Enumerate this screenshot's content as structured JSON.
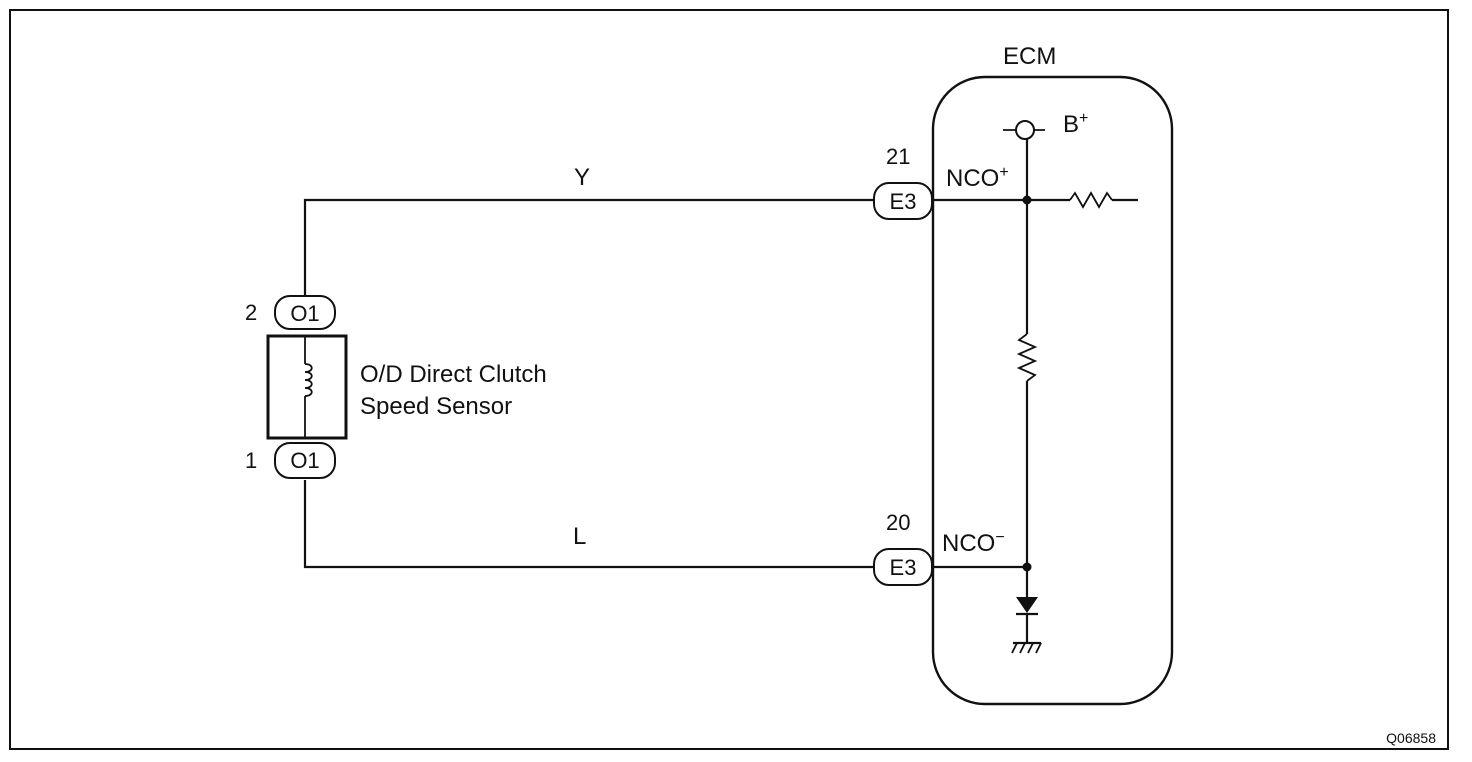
{
  "ecm": {
    "title": "ECM",
    "supply_label": "B",
    "supply_sup": "+"
  },
  "sensor": {
    "label_line1": "O/D Direct Clutch",
    "label_line2": "Speed Sensor",
    "pin_top": {
      "number": "2",
      "connector": "O1"
    },
    "pin_bottom": {
      "number": "1",
      "connector": "O1"
    }
  },
  "wires": {
    "upper": {
      "color_code": "Y",
      "pin_number": "21",
      "connector": "E3",
      "terminal": "NCO",
      "terminal_sup": "+"
    },
    "lower": {
      "color_code": "L",
      "pin_number": "20",
      "connector": "E3",
      "terminal": "NCO",
      "terminal_sup": "−"
    }
  },
  "figure_code": "Q06858"
}
